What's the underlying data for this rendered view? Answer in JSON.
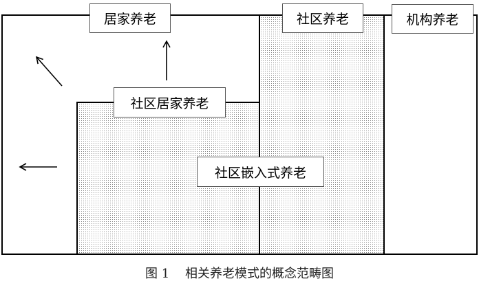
{
  "labels": {
    "home_care": "居家养老",
    "community_care": "社区养老",
    "institutional_care": "机构养老",
    "community_home_care": "社区居家养老",
    "community_embedded_care": "社区嵌入式养老"
  },
  "caption": "图 1    相关养老模式的概念范畴图"
}
